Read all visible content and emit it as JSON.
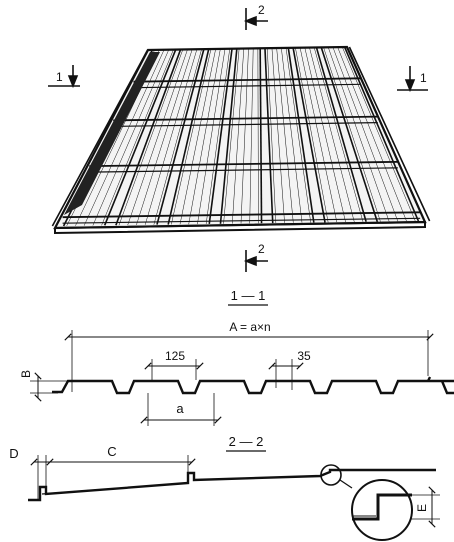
{
  "section_marks": {
    "top": "2",
    "bottom": "2",
    "left": "1",
    "right": "1"
  },
  "section_1": {
    "title": "1 — 1",
    "overall_width": "A = a×n",
    "crest_width": "125",
    "step_width": "35",
    "height": "B",
    "pitch": "a"
  },
  "section_2": {
    "title": "2 — 2",
    "offset": "D",
    "tile_length": "C",
    "step_height": "E"
  }
}
